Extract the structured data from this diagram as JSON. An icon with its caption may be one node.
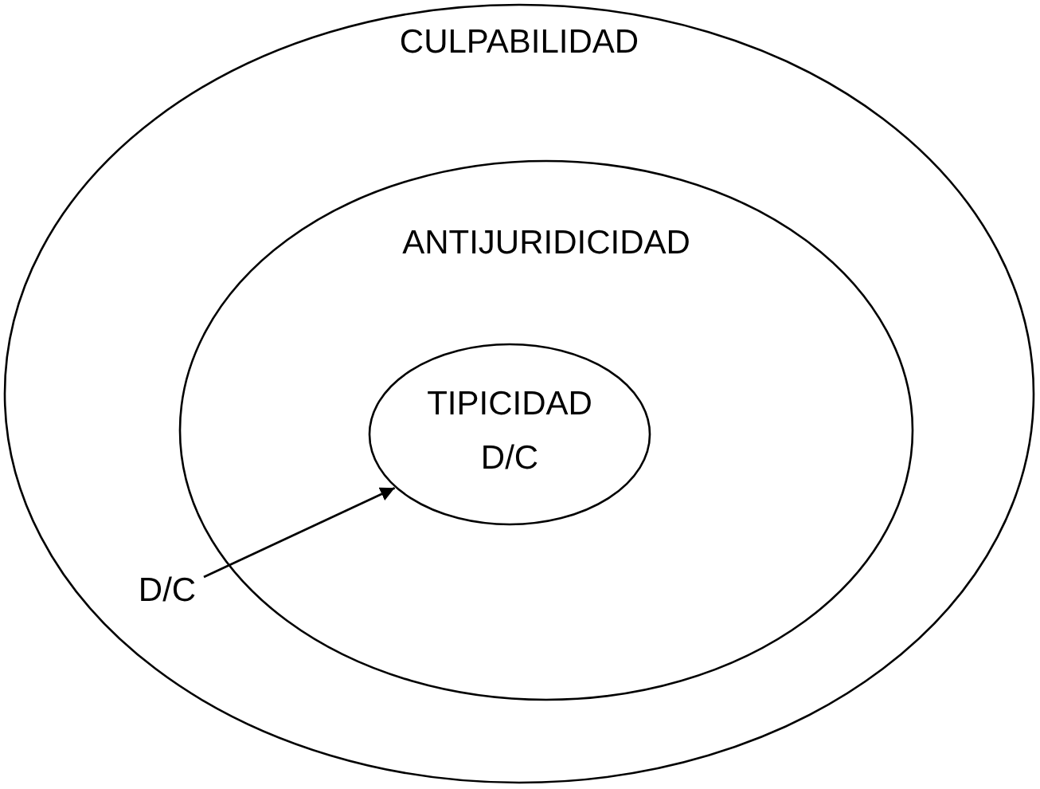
{
  "diagram": {
    "nodes": [
      {
        "text": [
          "CULPABILIDAD"
        ]
      },
      {
        "text": [
          "ANTIJURIDICIDAD"
        ],
        "in": 0
      },
      {
        "text": [
          "TIPICIDAD",
          "D/C"
        ],
        "in": 1
      },
      {
        "text": [
          "D/C"
        ],
        "in": 0
      }
    ],
    "edges": [
      {
        "from": 3,
        "to": 2,
        "arrow": "to"
      }
    ]
  }
}
